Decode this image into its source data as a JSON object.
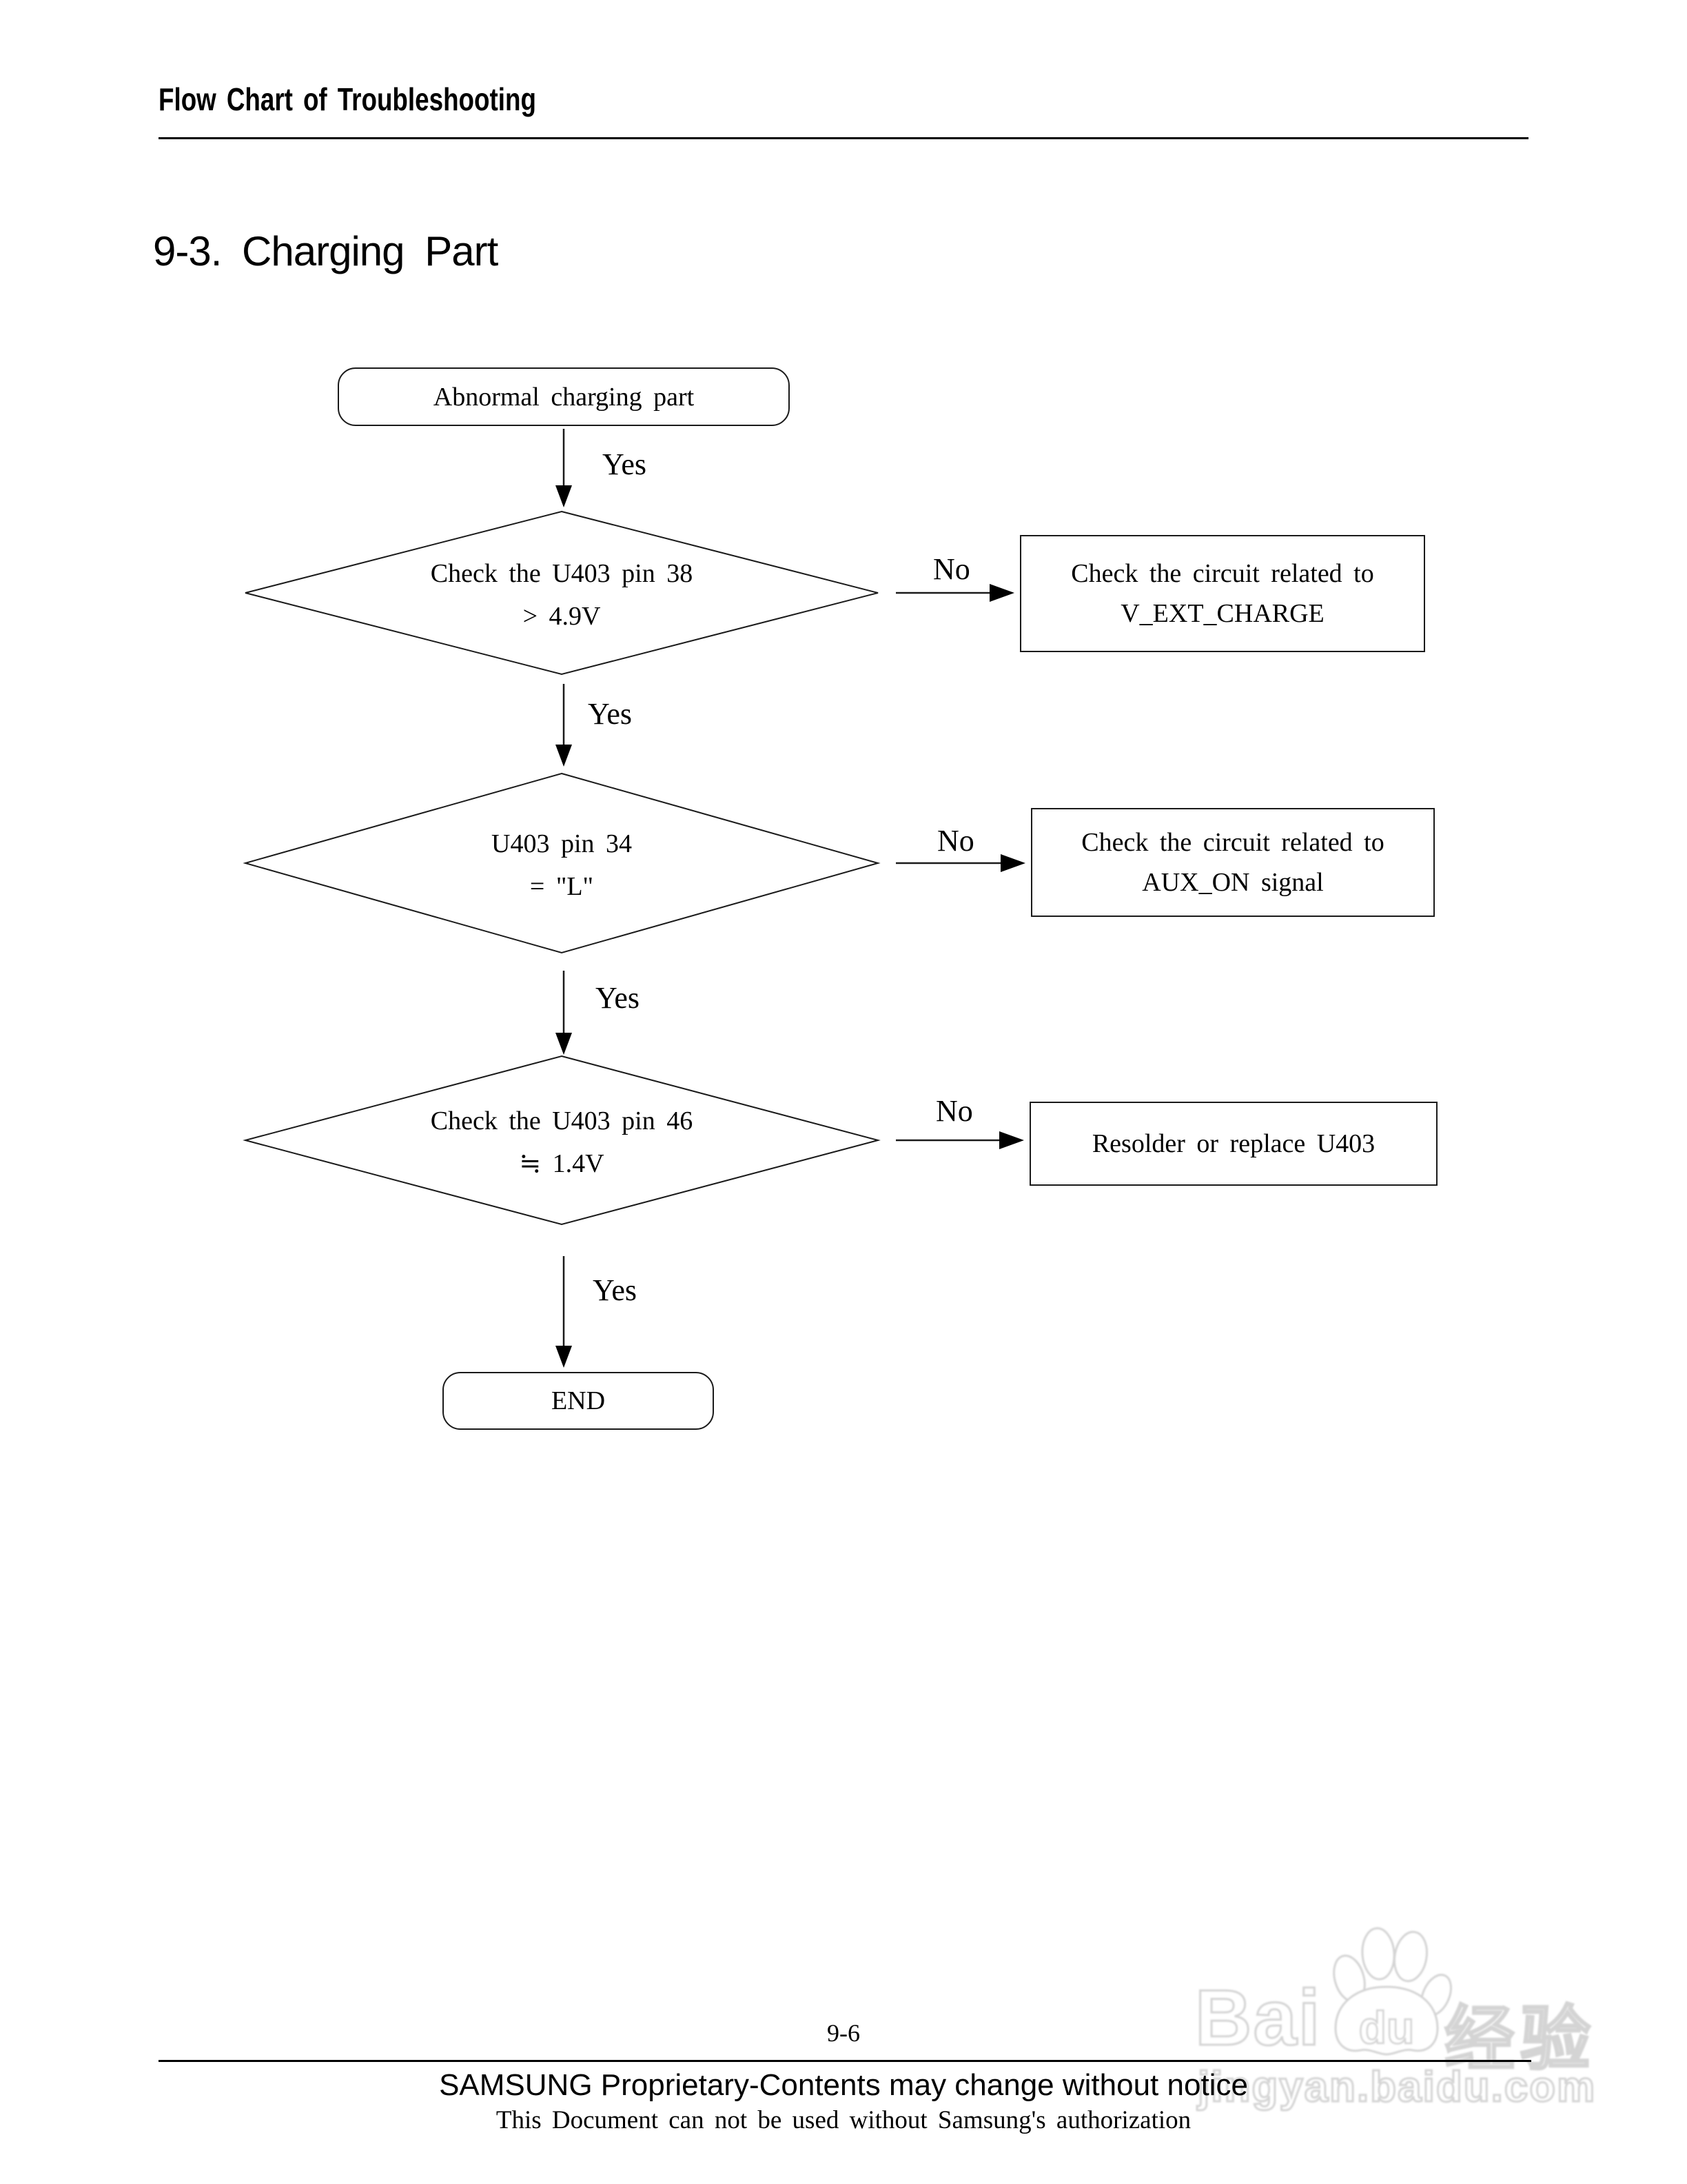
{
  "document": {
    "header": "Flow Chart of Troubleshooting",
    "section_title": "9-3. Charging Part",
    "page_number": "9-6",
    "footer_notice": "SAMSUNG Proprietary-Contents may change without notice",
    "footer_authorization": "This Document can not be used without Samsung's authorization"
  },
  "flowchart": {
    "start_node": "Abnormal charging part",
    "end_node": "END",
    "yes_label": "Yes",
    "no_label": "No",
    "decisions": [
      {
        "condition_line1": "Check the U403 pin 38",
        "condition_line2": "> 4.9V",
        "no_action_line1": "Check the circuit related to",
        "no_action_line2": "V_EXT_CHARGE"
      },
      {
        "condition_line1": "U403 pin 34",
        "condition_line2": "= \"L\"",
        "no_action_line1": "Check the circuit related to",
        "no_action_line2": "AUX_ON signal"
      },
      {
        "condition_line1": "Check the U403 pin 46",
        "condition_line2": "≒ 1.4V",
        "no_action_line1": "Resolder or replace U403",
        "no_action_line2": ""
      }
    ]
  },
  "watermark": {
    "brand_latin": "Bai",
    "paw_text": "du",
    "brand_cjk": "经验",
    "url": "jingyan.baidu.com"
  },
  "colors": {
    "ink": "#000000",
    "watermark_stroke": "#d4d4d4"
  }
}
